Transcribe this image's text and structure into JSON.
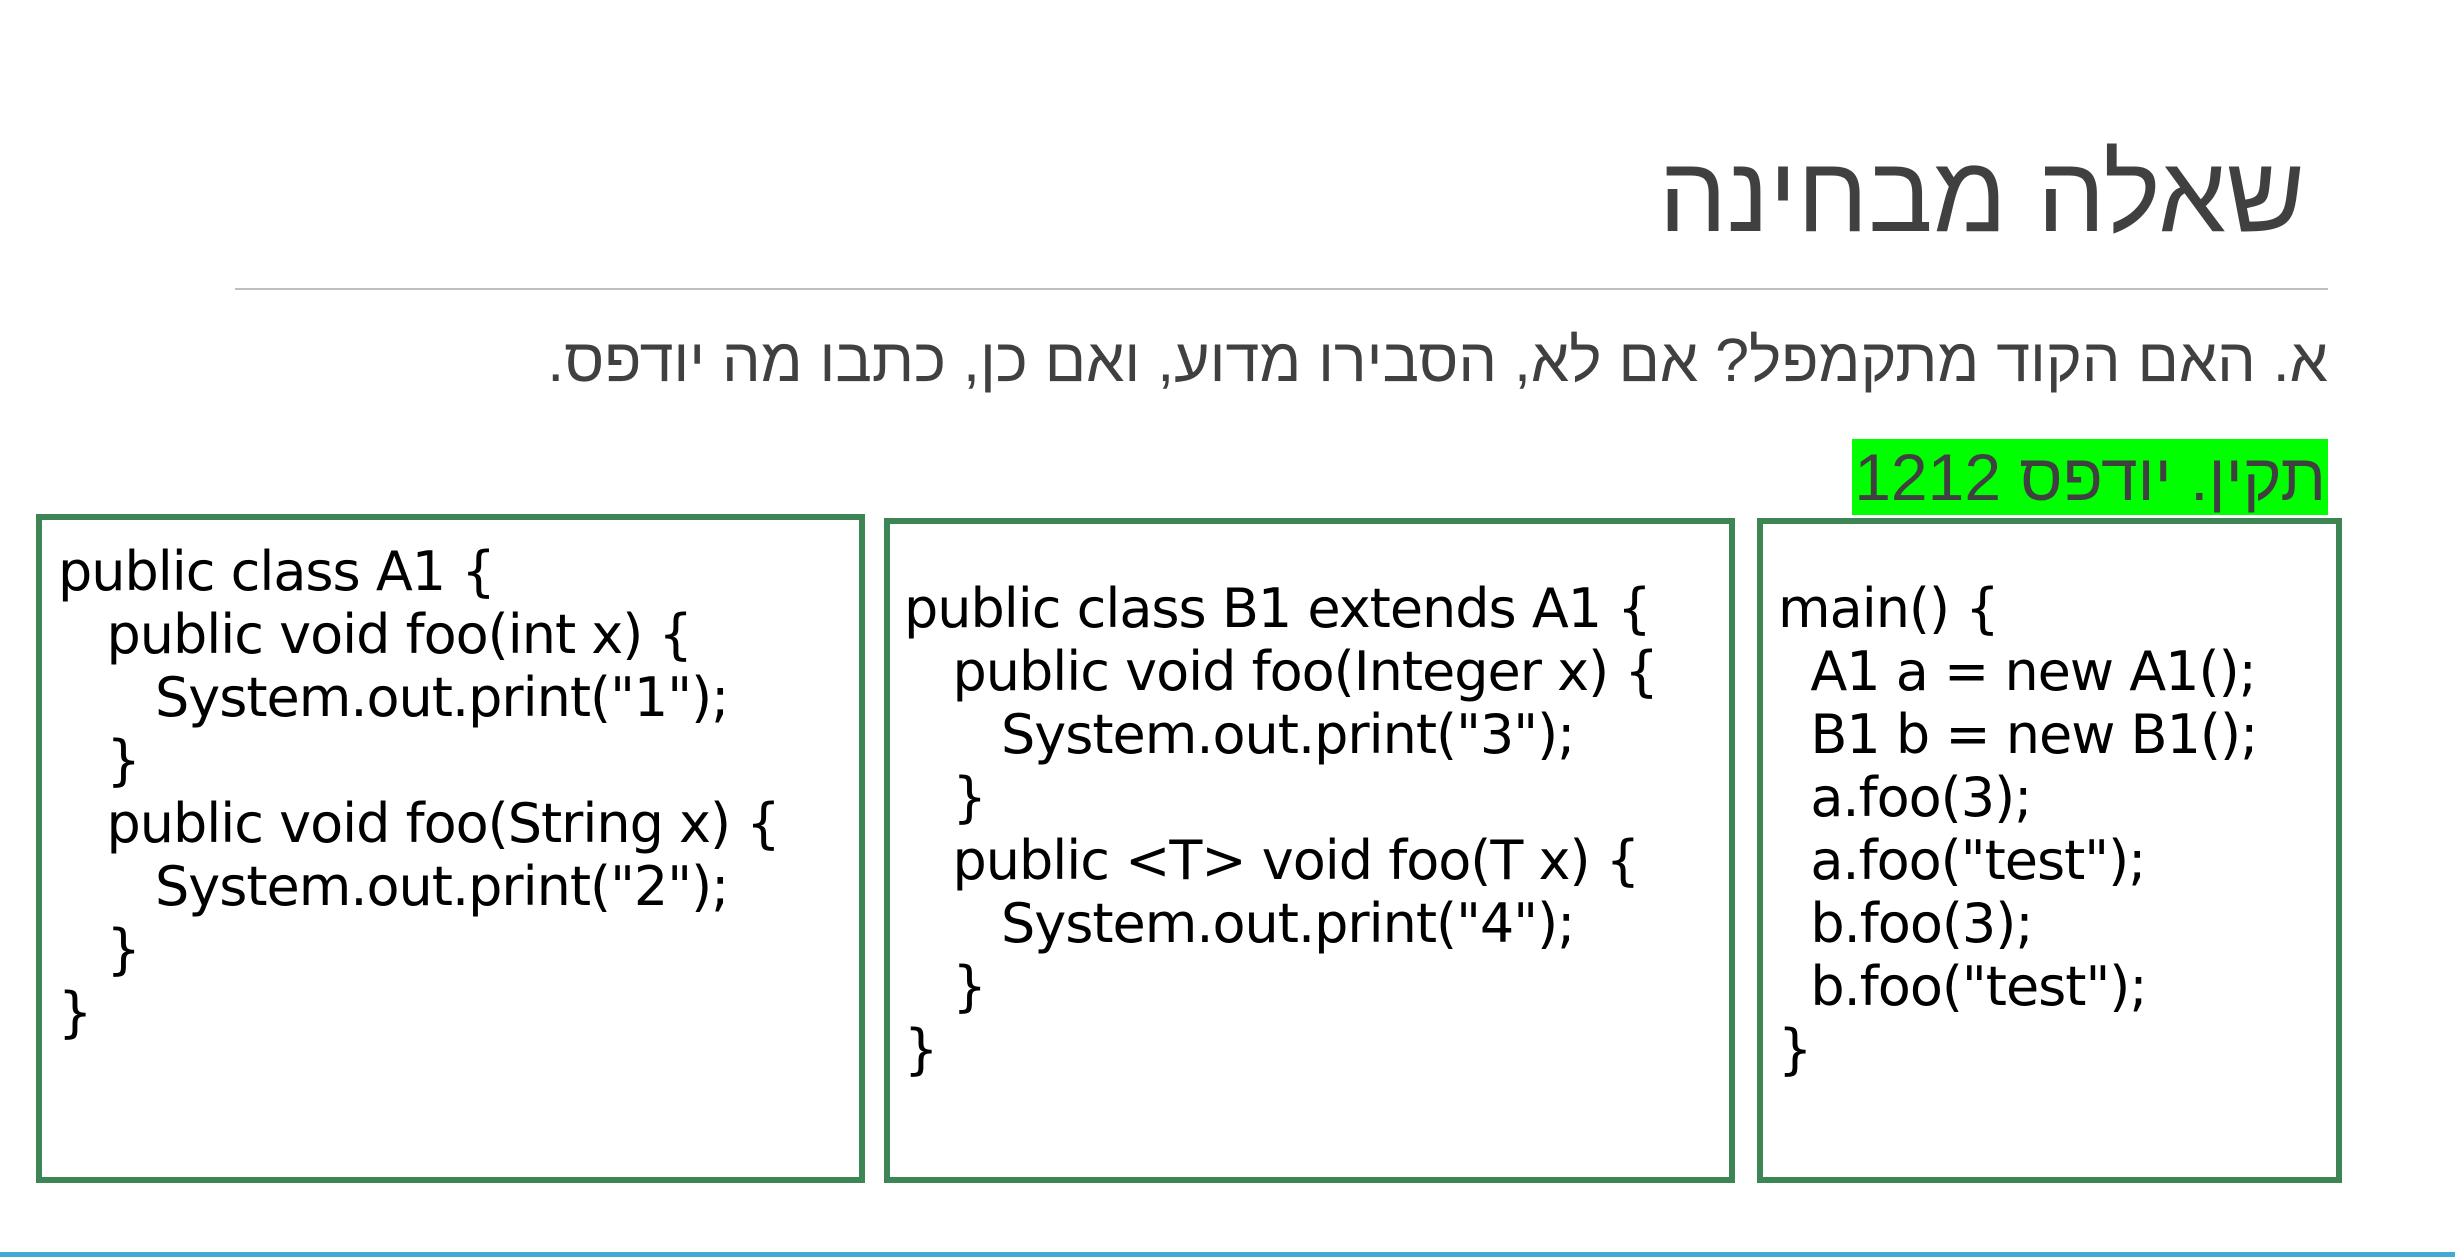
{
  "slide": {
    "title": "שאלה מבחינה",
    "question": "א. האם הקוד מתקמפל? אם לא, הסבירו מדוע, ואם כן, כתבו מה יודפס.",
    "answer": "תקין. יודפס 1212"
  },
  "code": {
    "a1": "public class A1 {\n   public void foo(int x) {\n      System.out.print(\"1\");\n   }\n   public void foo(String x) {\n      System.out.print(\"2\");\n   }\n}",
    "b1": "public class B1 extends A1 {\n   public void foo(Integer x) {\n      System.out.print(\"3\");\n   }\n   public <T> void foo(T x) {\n      System.out.print(\"4\");\n   }\n}",
    "main": "main() {\n  A1 a = new A1();\n  B1 b = new B1();\n  a.foo(3);\n  a.foo(\"test\");\n  b.foo(3);\n  b.foo(\"test\");\n}"
  },
  "colors": {
    "title_text": "#404040",
    "answer_highlight": "#00ff00",
    "box_border": "#3e8556",
    "bottom_rule": "#41a8d8"
  }
}
